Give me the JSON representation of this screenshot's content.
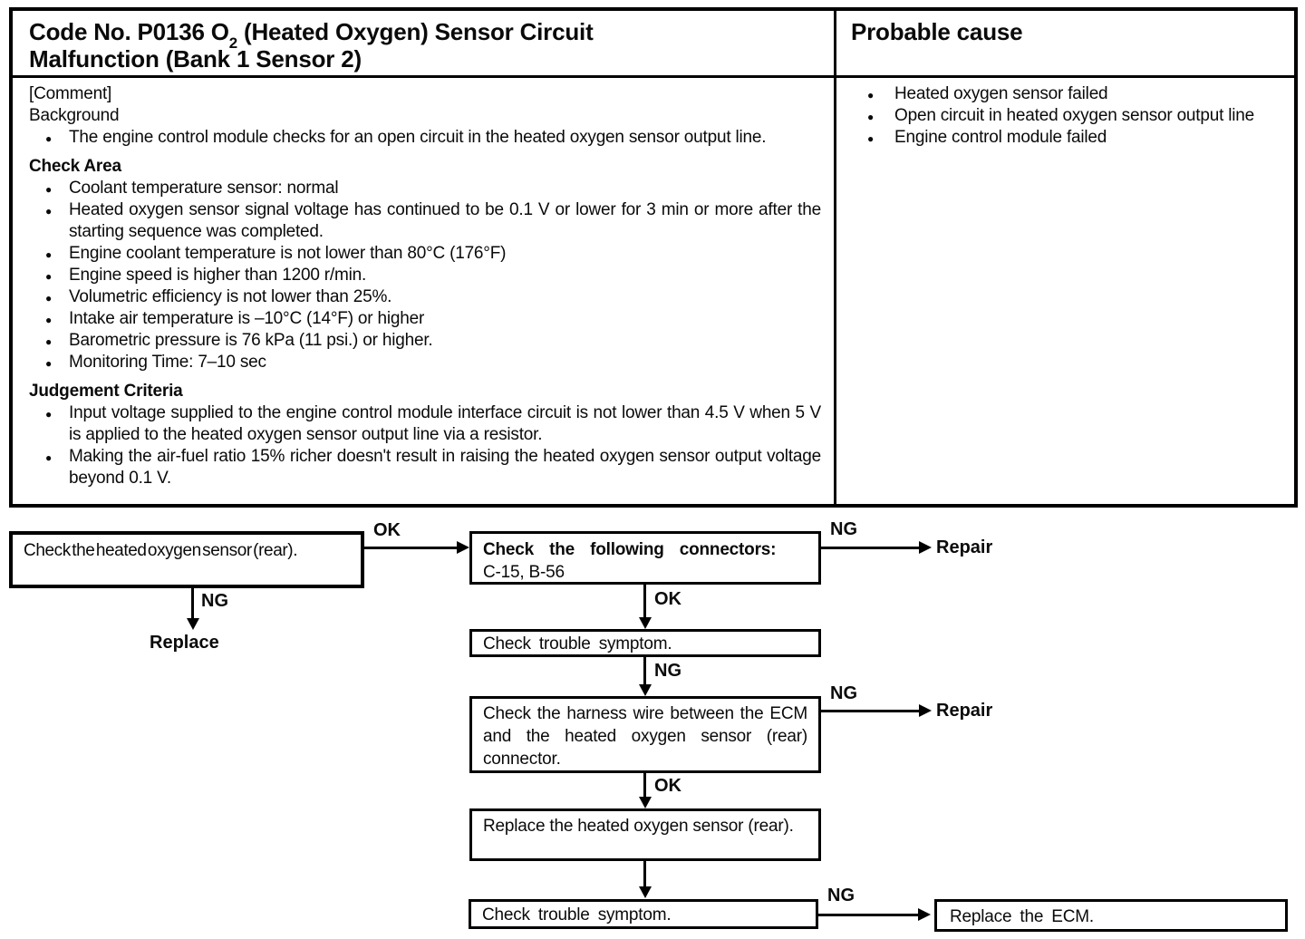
{
  "header": {
    "code_title_prefix": "Code No. P0136 O",
    "code_title_sub": "2",
    "code_title_line1_rest": " (Heated Oxygen) Sensor Circuit",
    "code_title_line2": "Malfunction (Bank 1 Sensor 2)",
    "probable_cause_label": "Probable cause"
  },
  "left_panel": {
    "comment_label": "[Comment]",
    "background_label": "Background",
    "background_bullets": [
      "The engine control module checks for an open circuit in the heated oxygen sensor output line."
    ],
    "check_area_label": "Check Area",
    "check_area_bullets": [
      "Coolant temperature sensor: normal",
      "Heated oxygen sensor signal voltage has continued to be 0.1 V or lower for 3 min or more after the starting sequence was completed.",
      "Engine coolant temperature is not lower than 80°C (176°F)",
      "Engine speed is higher than 1200 r/min.",
      "Volumetric efficiency is not lower than 25%.",
      "Intake air temperature is –10°C (14°F) or higher",
      "Barometric pressure is 76 kPa (11 psi.) or higher.",
      "Monitoring Time: 7–10 sec"
    ],
    "judgement_label": "Judgement Criteria",
    "judgement_bullets": [
      "Input voltage supplied to the engine control module interface circuit is not lower than 4.5 V when 5 V is applied to the heated oxygen sensor output line via a resistor.",
      "Making the air-fuel ratio 15% richer doesn't result in raising the heated oxygen sensor output voltage beyond 0.1 V."
    ]
  },
  "right_panel": {
    "cause_bullets": [
      "Heated oxygen sensor failed",
      "Open circuit in heated oxygen sensor output line",
      "Engine control module failed"
    ]
  },
  "flowchart": {
    "box1": "Check the heated oxygen sensor (rear).",
    "box2_line1": "Check the following connectors:",
    "box2_line2": "C-15, B-56",
    "box3": "Check trouble symptom.",
    "box4": "Check the harness wire between the ECM and the heated oxygen sensor (rear) connector.",
    "box5": "Replace the heated oxygen sensor (rear).",
    "box6": "Check trouble symptom.",
    "box7": "Replace the ECM.",
    "label_ok": "OK",
    "label_ng": "NG",
    "result_repair": "Repair",
    "result_replace": "Replace"
  }
}
